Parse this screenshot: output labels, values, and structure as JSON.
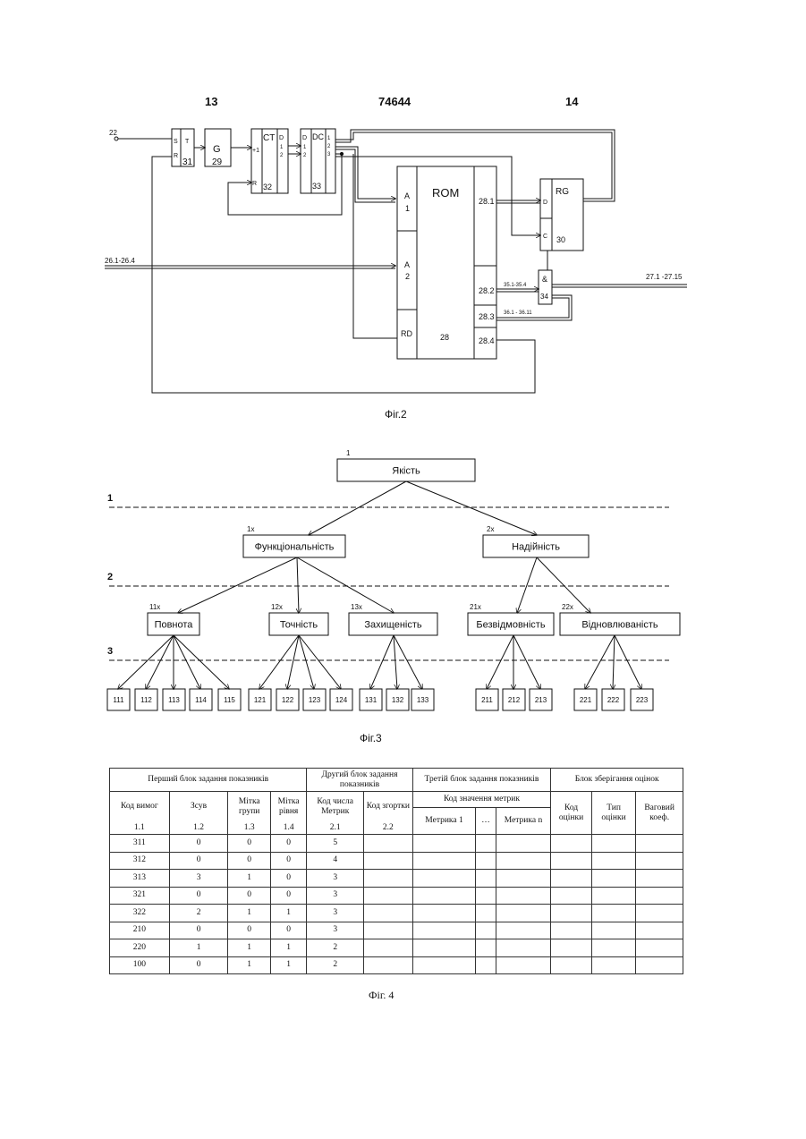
{
  "header": {
    "page_left": "13",
    "patent_number": "74644",
    "page_right": "14"
  },
  "fig2": {
    "caption": "Фіг.2",
    "input_22": "22",
    "input_bus": "26.1-26.4",
    "output_bus": "27.1 -27.15",
    "trigger": {
      "s": "S",
      "r": "R",
      "t": "T",
      "num": "31"
    },
    "generator": {
      "label": "G",
      "num": "29"
    },
    "counter": {
      "label": "CT",
      "plus": "+1",
      "r": "R",
      "d": "D",
      "o1": "1",
      "o2": "2",
      "num": "32"
    },
    "decoder": {
      "label": "DC",
      "d": "D",
      "i1": "1",
      "i2": "2",
      "o1": "1",
      "o2": "2",
      "o3": "3",
      "num": "33"
    },
    "rom": {
      "label": "ROM",
      "a1": "A\n1",
      "a2": "A\n2",
      "rd": "RD",
      "num": "28",
      "o1": "28.1",
      "o2": "28.2",
      "o3": "28.3",
      "o4": "28.4",
      "a1_top": "A",
      "a1_bot": "1",
      "a2_top": "A",
      "a2_bot": "2"
    },
    "register": {
      "label": "RG",
      "d": "D",
      "c": "C",
      "num": "30"
    },
    "and_gate": {
      "label": "&",
      "num": "34"
    },
    "bus_28_2": "35.1-35.4",
    "bus_28_3": "36.1 - 36.11"
  },
  "fig3": {
    "caption": "Фіг.3",
    "levels": [
      "1",
      "2",
      "3"
    ],
    "root": {
      "tag": "1",
      "label": "Якість"
    },
    "l1": [
      {
        "tag": "1x",
        "label": "Функціональність"
      },
      {
        "tag": "2x",
        "label": "Надійність"
      }
    ],
    "l2": [
      {
        "tag": "11x",
        "label": "Повнота"
      },
      {
        "tag": "12x",
        "label": "Точність"
      },
      {
        "tag": "13x",
        "label": "Захищеність"
      },
      {
        "tag": "21x",
        "label": "Безвідмовність"
      },
      {
        "tag": "22x",
        "label": "Відновлюваність"
      }
    ],
    "leaves": [
      "111",
      "112",
      "113",
      "114",
      "115",
      "121",
      "122",
      "123",
      "124",
      "131",
      "132",
      "133",
      "211",
      "212",
      "213",
      "221",
      "222",
      "223"
    ]
  },
  "fig4": {
    "caption": "Фіг. 4",
    "group_headers": {
      "block1": "Перший блок задання показників",
      "block2": "Другий блок задання показників",
      "block3": "Третій блок задання показників",
      "block4": "Блок зберігання оцінок"
    },
    "col_headers": {
      "c1": "Код вимог",
      "c2": "Зсув",
      "c3": "Мітка групи",
      "c4": "Мітка рівня",
      "c5": "Код числа Метрик",
      "c6": "Код згортки",
      "metric_code": "Код значення метрик",
      "m1": "Метрика 1",
      "mdots": "…",
      "mn": "Метрика n",
      "c7": "Код оцінки",
      "c8": "Тип оцінки",
      "c9": "Ваговий коеф."
    },
    "col_numbers": [
      "1.1",
      "1.2",
      "1.3",
      "1.4",
      "2.1",
      "2.2"
    ],
    "rows": [
      [
        "311",
        "0",
        "0",
        "0",
        "5"
      ],
      [
        "312",
        "0",
        "0",
        "0",
        "4"
      ],
      [
        "313",
        "3",
        "1",
        "0",
        "3"
      ],
      [
        "321",
        "0",
        "0",
        "0",
        "3"
      ],
      [
        "322",
        "2",
        "1",
        "1",
        "3"
      ],
      [
        "210",
        "0",
        "0",
        "0",
        "3"
      ],
      [
        "220",
        "1",
        "1",
        "1",
        "2"
      ],
      [
        "100",
        "0",
        "1",
        "1",
        "2"
      ]
    ]
  }
}
